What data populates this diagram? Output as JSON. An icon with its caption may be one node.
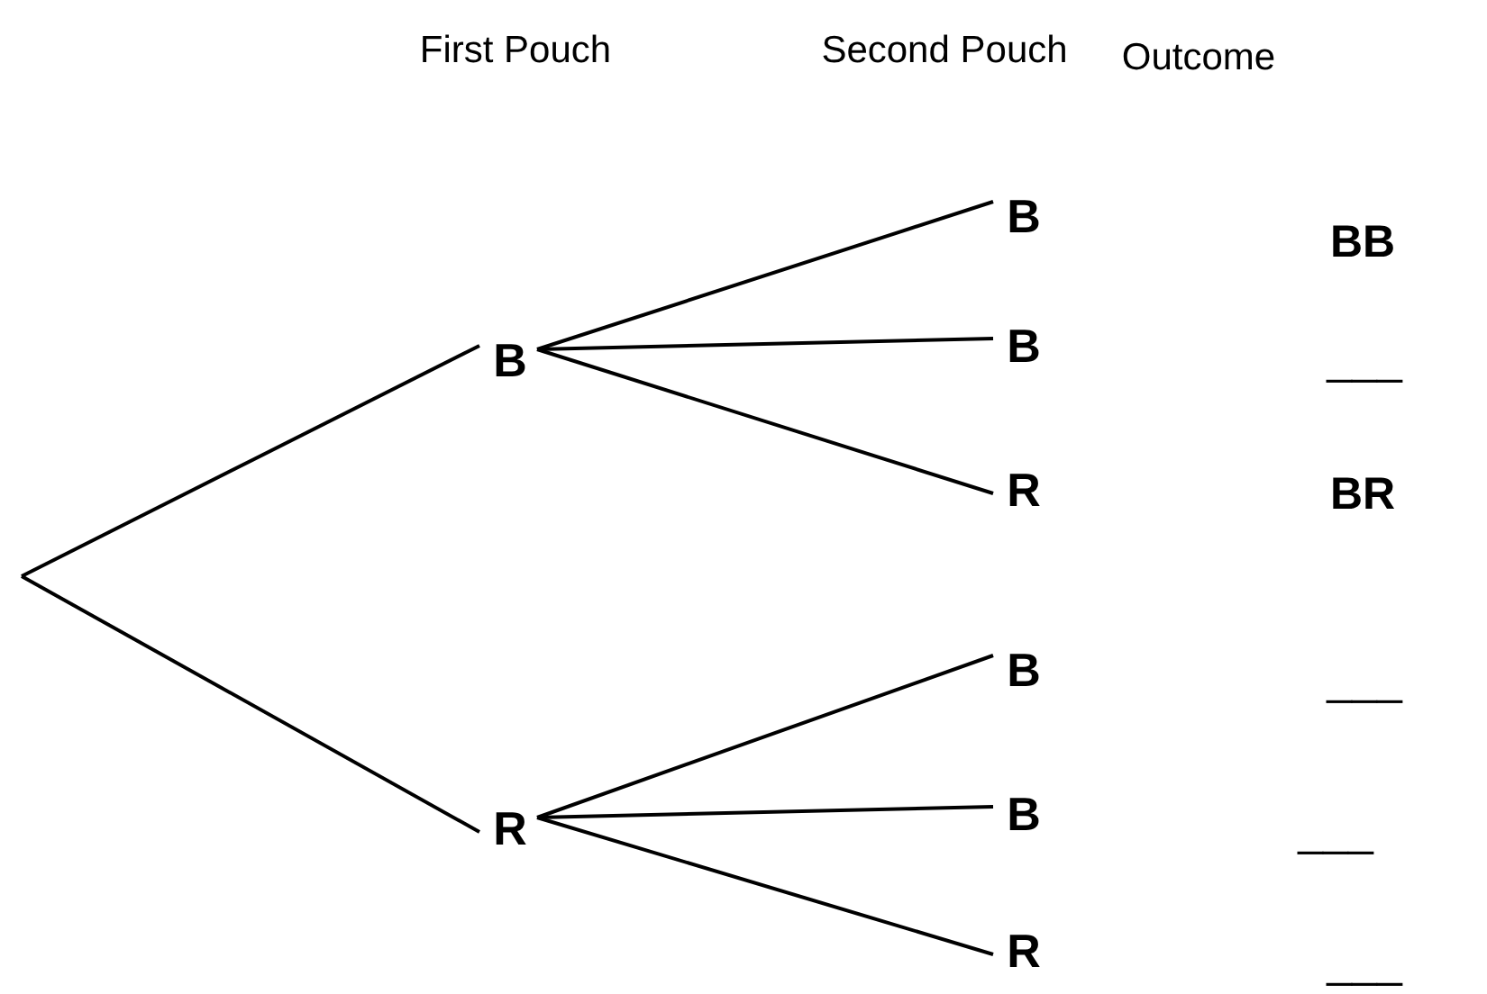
{
  "diagram": {
    "nodes": [
      {
        "text": [
          "B"
        ]
      },
      {
        "text": [
          "R"
        ]
      },
      {
        "text": [
          "B"
        ]
      },
      {
        "text": [
          "B"
        ]
      },
      {
        "text": [
          "R"
        ]
      },
      {
        "text": [
          "B"
        ]
      },
      {
        "text": [
          "B"
        ]
      },
      {
        "text": [
          "R"
        ]
      }
    ],
    "edges": [
      {
        "from": null,
        "to": 0,
        "arrow": "none"
      },
      {
        "from": null,
        "to": 1,
        "arrow": "none"
      },
      {
        "from": 0,
        "to": 2,
        "arrow": "none"
      },
      {
        "from": 0,
        "to": 3,
        "arrow": "none"
      },
      {
        "from": 0,
        "to": 4,
        "arrow": "none"
      },
      {
        "from": 1,
        "to": 5,
        "arrow": "none"
      },
      {
        "from": 1,
        "to": 6,
        "arrow": "none"
      },
      {
        "from": 1,
        "to": 7,
        "arrow": "none"
      }
    ],
    "labels": [
      "First Pouch",
      "Second Pouch",
      "Outcome",
      "BB",
      "___",
      "BR",
      "___",
      "___",
      "___"
    ]
  }
}
